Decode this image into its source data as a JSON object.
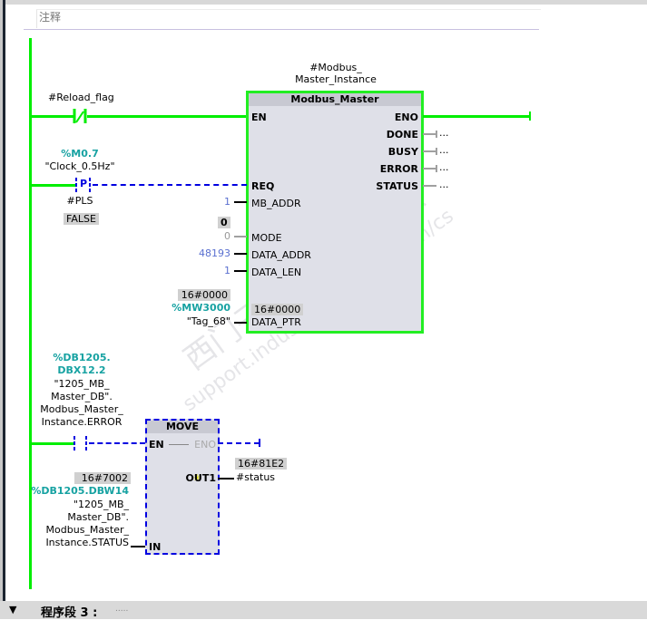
{
  "header": {
    "comment_placeholder": "注释"
  },
  "network1": {
    "instance_label_line1": "#Modbus_",
    "instance_label_line2": "Master_Instance",
    "contact_nc": {
      "operand": "#Reload_flag"
    },
    "p_contact": {
      "address": "%M0.7",
      "tag": "\"Clock_0.5Hz\"",
      "symbol": "P",
      "edge_memory": "#PLS",
      "status_value": "FALSE"
    },
    "fb": {
      "title": "Modbus_Master",
      "inputs": {
        "en": "EN",
        "req": "REQ",
        "mb_addr": {
          "label": "MB_ADDR",
          "value": "1"
        },
        "mode": {
          "label": "MODE",
          "value": "0",
          "monitor": "0"
        },
        "data_addr": {
          "label": "DATA_ADDR",
          "value": "48193"
        },
        "data_len": {
          "label": "DATA_LEN",
          "value": "1"
        },
        "data_ptr": {
          "label": "DATA_PTR",
          "monitor": "16#0000",
          "address": "%MW3000",
          "tag": "\"Tag_68\"",
          "inner_monitor": "16#0000"
        }
      },
      "outputs": {
        "eno": "ENO",
        "done": {
          "label": "DONE",
          "value": "..."
        },
        "busy": {
          "label": "BUSY",
          "value": "..."
        },
        "error": {
          "label": "ERROR",
          "value": "..."
        },
        "status": {
          "label": "STATUS",
          "value": "..."
        }
      }
    },
    "error_contact": {
      "address_line1": "%DB1205.",
      "address_line2": "DBX12.2",
      "tag_line1": "\"1205_MB_",
      "tag_line2": "Master_DB\".",
      "tag_line3": "Modbus_Master_",
      "tag_line4": "Instance.ERROR"
    },
    "move": {
      "title": "MOVE",
      "en": "EN",
      "eno": "ENO",
      "in_label": "IN",
      "out_label": "OUT1",
      "out_star": "✳",
      "in_monitor": "16#7002",
      "in_address": "%DB1205.DBW14",
      "in_tag_line1": "\"1205_MB_",
      "in_tag_line2": "Master_DB\".",
      "in_tag_line3": "Modbus_Master_",
      "in_tag_line4": "Instance.STATUS",
      "out_monitor": "16#81E2",
      "out_operand": "#status"
    }
  },
  "network3": {
    "toggle_icon": "▼",
    "label": "程序段 3 :",
    "comment": "....."
  },
  "watermark": {
    "line1": "西门子工业  技术论坛",
    "line2": "support.industry.siemens.com/cs"
  },
  "colors": {
    "powerflow": "#00ee00",
    "no_powerflow": "#0000e0",
    "address": "#17a2a2"
  }
}
